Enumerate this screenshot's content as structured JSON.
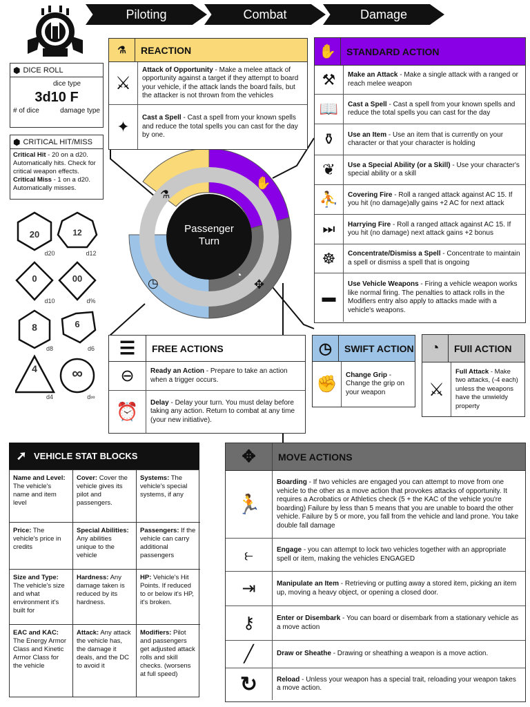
{
  "tabs": [
    "Piloting",
    "Combat",
    "Damage"
  ],
  "dice_roll": {
    "title": "DICE ROLL",
    "dice_type_label": "dice type",
    "expression_count": "3",
    "expression_die": "d10",
    "expression_mod": "F",
    "count_label": "# of dice",
    "damage_label": "damage type"
  },
  "crit": {
    "title": "CRITICAL HIT/MISS",
    "hit_label": "Critical Hit",
    "hit_text": " - 20 on a d20. Automatically hits. Check for critical weapon effects.",
    "miss_label": "Critical Miss",
    "miss_text": " - 1 on a d20. Automatically misses."
  },
  "dice": [
    {
      "face": "20",
      "label": "d20"
    },
    {
      "face": "12",
      "label": "d12"
    },
    {
      "face": "0",
      "label": "d10"
    },
    {
      "face": "00",
      "label": "d%"
    },
    {
      "face": "8",
      "label": "d8"
    },
    {
      "face": "6",
      "label": "d6"
    },
    {
      "face": "4",
      "label": "d4"
    },
    {
      "face": "∞",
      "label": "d∞"
    }
  ],
  "reaction": {
    "title": "REACTION",
    "items": [
      {
        "name": "Attack of Opportunity",
        "text": " - Make a melee attack of opportunity against a target if they attempt to board your vehicle, if the attack lands the board fails, but the attacker is not thrown from the vehicles",
        "icon": "sword-icon"
      },
      {
        "name": "Cast a Spell",
        "text": " - Cast a spell from your known spells and reduce the total spells you can cast for the day by one.",
        "icon": "spell-icon"
      }
    ]
  },
  "standard": {
    "title": "STANDARD ACTION",
    "items": [
      {
        "name": "Make an Attack",
        "text": " - Make a single attack with a ranged or reach melee weapon",
        "icon": "crossed-axes-icon"
      },
      {
        "name": "Cast a Spell",
        "text": " - Cast a spell from your known spells and reduce the total spells you can cast for the day",
        "icon": "book-icon"
      },
      {
        "name": "Use an Item",
        "text": " - Use an item that is currently on your character or that your character is holding",
        "icon": "potion-icon"
      },
      {
        "name": "Use a Special Ability (or a Skill)",
        "text": " - Use your character's special ability or a skill",
        "icon": "ability-icon"
      },
      {
        "name": "Covering Fire",
        "text": " - Roll a ranged attack against AC 15. If you hit (no damage)ally gains +2 AC for next attack",
        "icon": "rifleman-icon"
      },
      {
        "name": "Harrying Fire",
        "text": " - Roll a ranged attack  against AC 15. If you hit (no damage) next attack gains +2 bonus",
        "icon": "fast-forward-icon"
      },
      {
        "name": "Concentrate/Dismiss a Spell",
        "text": " - Concentrate to maintain a spell or dismiss a spell that is ongoing",
        "icon": "triquetra-icon"
      },
      {
        "name": "Use Vehicle Weapons",
        "text": " - Firing a vehicle weapon works like normal firing. The penalties to attack rolls in the Modifiers entry also apply to attacks made with a vehicle's weapons.",
        "icon": "tank-icon"
      }
    ]
  },
  "wheel": {
    "center_line1": "Passenger",
    "center_line2": "Turn",
    "colors": {
      "reaction": "#f9d978",
      "standard": "#8a00e6",
      "free": "#9dc3e6",
      "move": "#6d6d6d",
      "ring": "#c8c8c8"
    }
  },
  "free": {
    "title": "FREE ACTIONS",
    "items": [
      {
        "name": "Ready an Action",
        "text": " - Prepare to take an action when a trigger occurs.",
        "icon": "ready-icon"
      },
      {
        "name": "Delay",
        "text": " - Delay your turn. You must delay before taking any action. Return to combat at any time (your new initiative).",
        "icon": "alarm-clock-icon"
      }
    ]
  },
  "swift": {
    "title": "SWIFT ACTION",
    "items": [
      {
        "name": "Change Grip",
        "text": " - Change the grip on your weapon",
        "icon": "fist-icon"
      }
    ]
  },
  "full": {
    "title": "FUll ACTION",
    "items": [
      {
        "name": "Full Attack",
        "text": " - Make two attacks, (-4 each) unless the weapons have the unwieldy property",
        "icon": "crossed-swords-icon"
      }
    ]
  },
  "vehicle": {
    "title": "VEHICLE STAT BLOCKS",
    "cells": [
      {
        "name": "Name and Level:",
        "text": " The vehicle's name and item level"
      },
      {
        "name": "Cover:",
        "text": " Cover the vehicle gives its pilot and passengers."
      },
      {
        "name": "Systems:",
        "text": " The vehicle's special systems, if any"
      },
      {
        "name": "Price:",
        "text": " The vehicle's price in credits"
      },
      {
        "name": "Special Abilities:",
        "text": " Any abilities unique to the vehicle"
      },
      {
        "name": "Passengers:",
        "text": " If the vehicle can carry additional passengers"
      },
      {
        "name": "Size and Type:",
        "text": " The vehicle's size and what environment it's built for"
      },
      {
        "name": "Hardness:",
        "text": " Any damage taken is reduced by its hardness."
      },
      {
        "name": "HP:",
        "text": " Vehicle's Hit Points. If reduced to or below it's HP, it's broken."
      },
      {
        "name": "EAC and KAC:",
        "text": " The Energy Armor Class and Kinetic Armor Class for the vehicle"
      },
      {
        "name": "Attack:",
        "text": " Any attack the vehicle has, the damage it deals, and the DC to avoid it"
      },
      {
        "name": "Modifiers:",
        "text": " Pilot and passengers get adjusted attack rolls and skill checks. (worsens at full speed)"
      }
    ]
  },
  "move": {
    "title": "MOVE ACTIONS",
    "items": [
      {
        "name": "Boarding",
        "text": " - If two vehicles are engaged you can attempt to move from one vehicle to the other as a move action that provokes attacks of opportunity. It requires a Acrobatics or Athletics check (5 + the KAC of the vehicle you're boarding) Failure by less than 5 means that you are unable to board the other vehicle. Failure by 5 or more, you fall from the vehicle and land prone. You take double fall damage",
        "icon": "runner-icon"
      },
      {
        "name": "Engage",
        "text": " - you can attempt to lock two vehicles together with an appropriate spell or item, making the vehicles ENGAGED",
        "icon": "harpoon-icon"
      },
      {
        "name": "Manipulate an Item",
        "text": " - Retrieving or putting away a stored item, picking an item up, moving a heavy object, or opening a closed door.",
        "icon": "door-icon"
      },
      {
        "name": "Enter or Disembark",
        "text": " - You can board or disembark from a stationary vehicle as a move action",
        "icon": "key-icon"
      },
      {
        "name": "Draw or Sheathe",
        "text": " - Drawing or sheathing a weapon is a move action.",
        "icon": "blade-icon"
      },
      {
        "name": "Reload",
        "text": " - Unless your weapon has a special trait, reloading your weapon takes a move action.",
        "icon": "reload-icon"
      }
    ]
  }
}
